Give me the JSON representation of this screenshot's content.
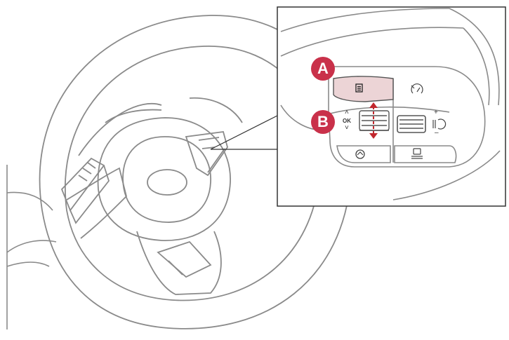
{
  "callouts": [
    {
      "letter": "A",
      "meaning": "info-menu-button"
    },
    {
      "letter": "B",
      "meaning": "ok-scroll-wheel"
    }
  ],
  "switch_labels": {
    "ok": "OK",
    "up": "˄",
    "down": "˅",
    "plus": "+",
    "minus": "–"
  },
  "colors": {
    "outline": "#8a8a8a",
    "dark_outline": "#555555",
    "callout_red": "#c9314a",
    "highlight_fill": "#ecd4d6",
    "arrow_red": "#c1272d",
    "frame": "#333333"
  }
}
